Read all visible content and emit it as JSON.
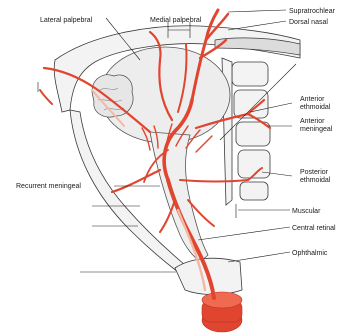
{
  "labels": {
    "lateral_palpebral": "Lateral palpebral",
    "medial_palpebral": "Medial palpebral",
    "supratrochlear": "Supratrochlear",
    "dorsal_nasal": "Dorsal nasal",
    "anterior_ethmoidal": "Anterior ethmoidal",
    "anterior_meningeal": "Anterior meningeal",
    "posterior_ethmoidal": "Posterior ethmoidal",
    "recurrent_meningeal": "Recurrent meningeal",
    "muscular": "Muscular",
    "central_retinal": "Central retinal",
    "ophthalmic": "Ophthalmic"
  },
  "colors": {
    "artery": "#e0452f",
    "bone": "#f3f3f3",
    "outline": "#3a3a3a"
  }
}
